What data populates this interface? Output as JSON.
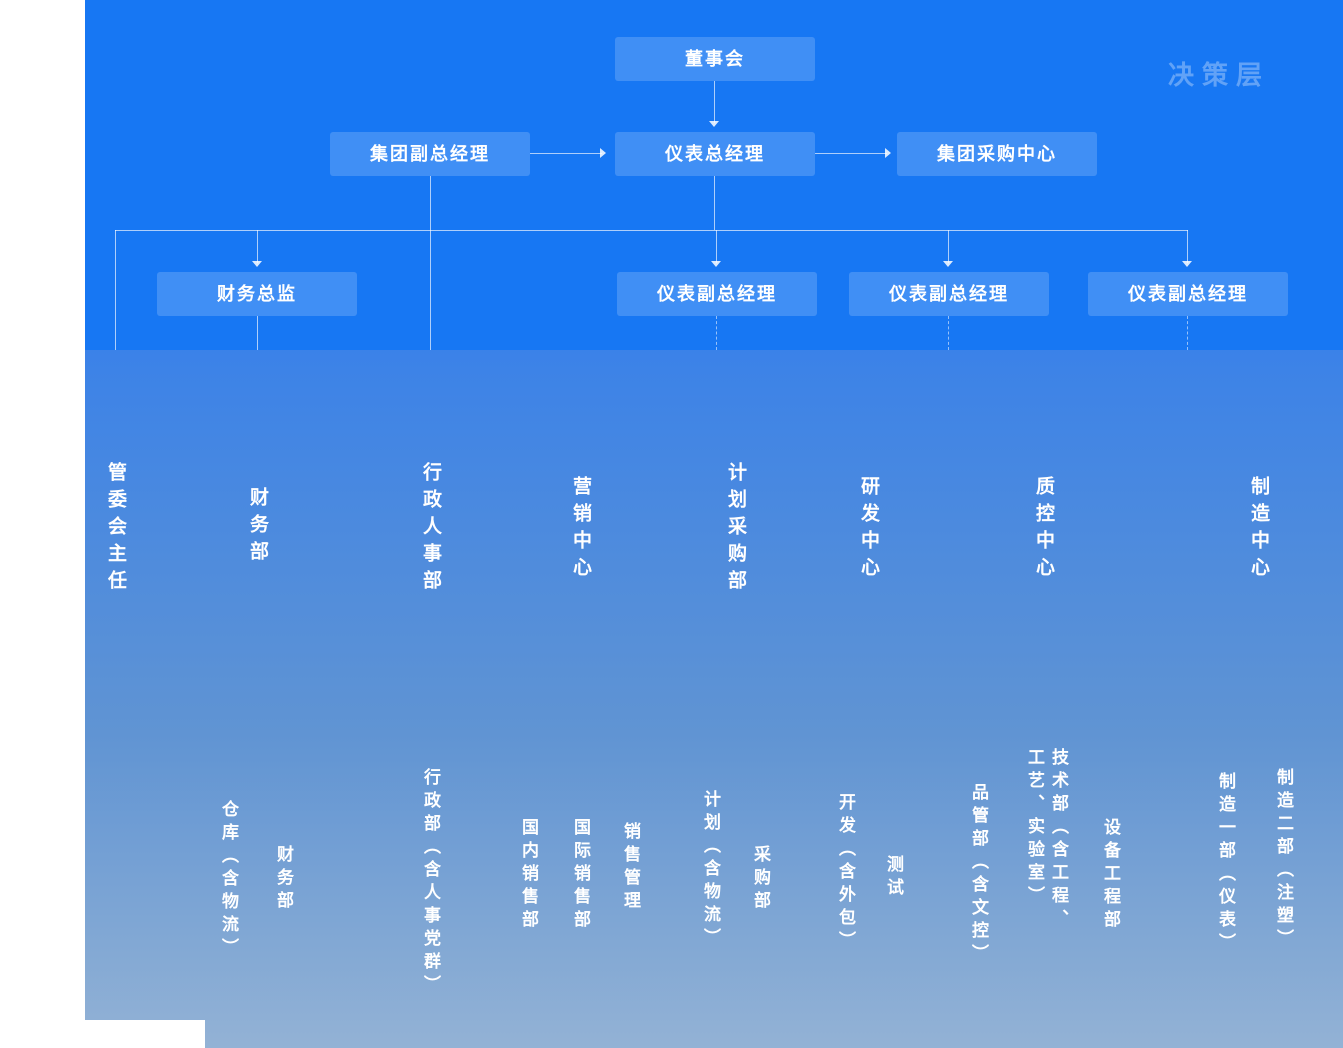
{
  "diagram": {
    "type": "org-chart",
    "decision_layer_label": "决策层",
    "level1": {
      "board": "董事会"
    },
    "level2": {
      "group_deputy_gm": "集团副总经理",
      "instrument_gm": "仪表总经理",
      "group_purchasing_center": "集团采购中心"
    },
    "level3": {
      "finance_director": "财务总监",
      "instrument_deputy_gms": [
        "仪表副总经理",
        "仪表副总经理",
        "仪表副总经理"
      ]
    },
    "departments": [
      "管委会主任",
      "财务部",
      "行政人事部",
      "营销中心",
      "计划采购部",
      "研发中心",
      "质控中心",
      "制造中心"
    ],
    "sub_departments": [
      "仓库（含物流）",
      "财务部",
      "行政部（含人事党群）",
      "国内销售部",
      "国际销售部",
      "销售管理",
      "计划（含物流）",
      "采购部",
      "开发（含外包）",
      "测试",
      "品管部（含文控）",
      "技术部（含工程、工艺、实验室）",
      "设备工程部",
      "制造一部（仪表）",
      "制造二部（注塑）"
    ],
    "colors": {
      "banner_blue": "#1777f3",
      "node_fill": "#4a90f5",
      "text": "#ffffff",
      "gradient_top": "#3b82e8",
      "gradient_bottom": "#93b2d5",
      "decision_label": "#4f93f5"
    }
  }
}
